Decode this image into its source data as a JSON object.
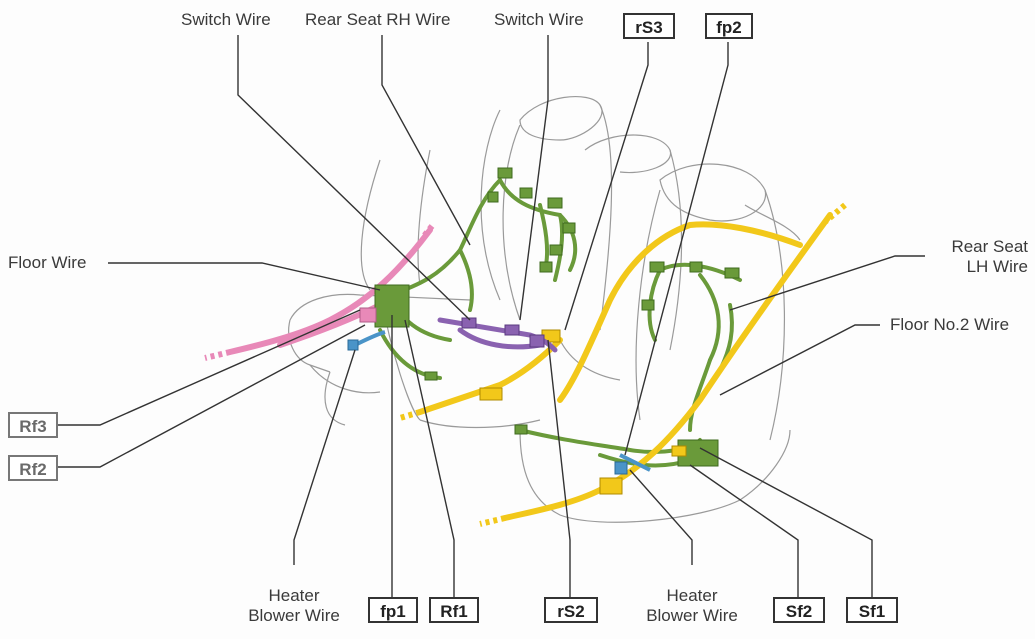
{
  "labels": {
    "switch_wire_left": "Switch Wire",
    "rear_seat_rh_wire": "Rear Seat RH Wire",
    "switch_wire_right": "Switch Wire",
    "floor_wire": "Floor Wire",
    "rear_seat_lh_wire": "Rear Seat\nLH Wire",
    "floor_no2_wire": "Floor No.2 Wire",
    "heater_blower_left": "Heater\nBlower Wire",
    "heater_blower_right": "Heater\nBlower Wire"
  },
  "connectors": {
    "rS3": "rS3",
    "fp2": "fp2",
    "Rf3": "Rf3",
    "Rf2": "Rf2",
    "fp1": "fp1",
    "Rf1": "Rf1",
    "rS2": "rS2",
    "Sf2": "Sf2",
    "Sf1": "Sf1"
  },
  "colors": {
    "line": "#333333",
    "seat_outline": "#9a9a9a",
    "rh_harness_green": "#6a9a3a",
    "lh_harness_green": "#6a9a3a",
    "floor_no2_yellow": "#f2c81a",
    "floor_wire_pink": "#e889b8",
    "switch_wire_purple": "#8a62b0",
    "heater_blower_blue": "#4a94c8"
  }
}
